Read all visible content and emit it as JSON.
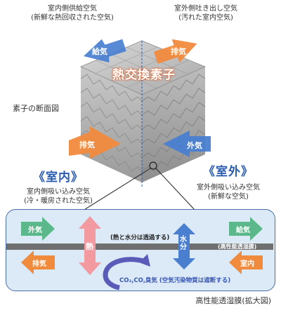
{
  "top_left": {
    "line1": "室内側供給空気",
    "line2": "(新鮮な熱回収された空気)"
  },
  "top_right": {
    "line1": "室外側吐き出し空気",
    "line2": "(汚れた室内空気)"
  },
  "core_title": "熱交換素子",
  "cross_section_label": "素子の断面図",
  "arrows": {
    "supply": "給気",
    "exhaust_top": "排気",
    "exhaust_left": "排気",
    "outside_air": "外気"
  },
  "indoor": {
    "title": "《室内》",
    "line1": "室内側吸い込み空気",
    "line2": "(冷・暖房された空気)"
  },
  "outdoor": {
    "title": "《室外》",
    "line1": "室外側吸い込み空気",
    "line2": "(新鮮な空気)"
  },
  "membrane": {
    "left_top": "外気",
    "left_bottom": "排気",
    "heat": "熱",
    "transmit_note": "(熱と水分は透過する)",
    "moisture": "水分",
    "right_top": "給気",
    "right_bottom": "室内",
    "membrane_name": "(高性能透湿膜)",
    "block_note": "CO₂,CO,臭気 (空気汚染物質は遮断する)"
  },
  "caption": "高性能透湿膜(拡大図)",
  "colors": {
    "blue": "#4a7fd0",
    "orange": "#f08a3c",
    "green": "#5ab88a",
    "panel": "#dbeaf6"
  }
}
